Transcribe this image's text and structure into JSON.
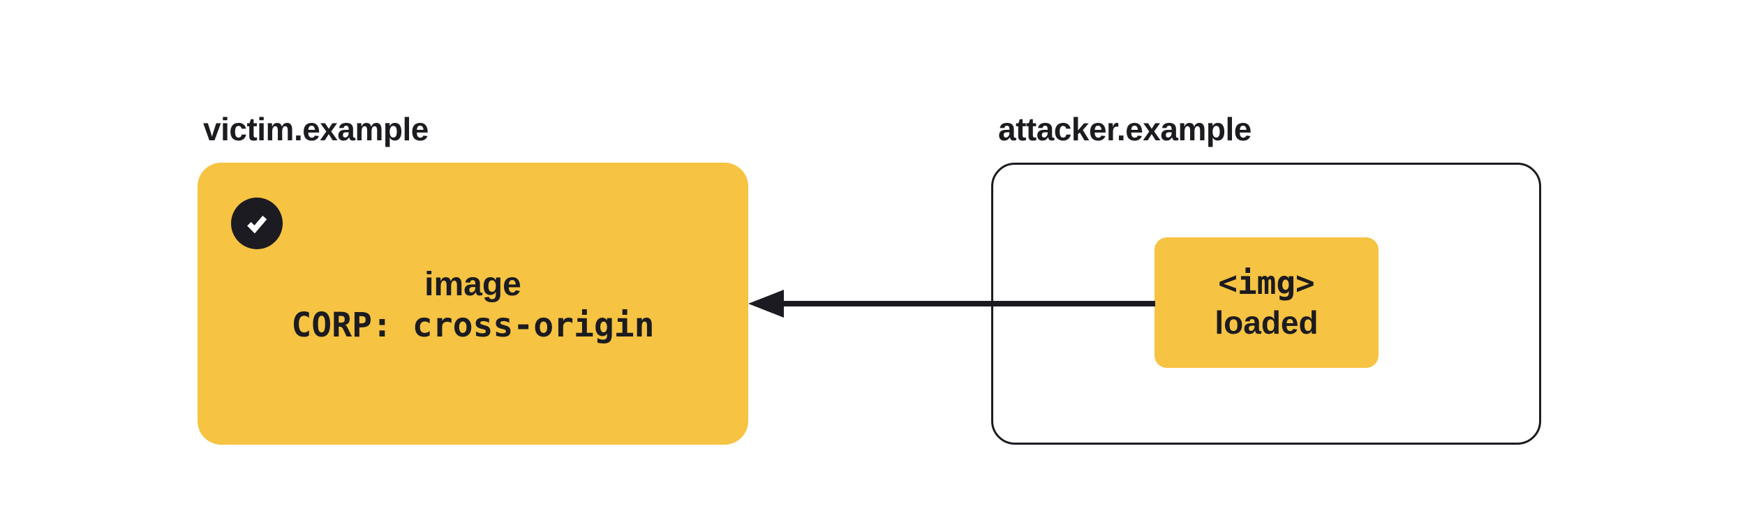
{
  "colors": {
    "accent_yellow": "#f6c342",
    "ink": "#1b1b21",
    "background": "#ffffff"
  },
  "victim": {
    "title": "victim.example",
    "resource_label": "image",
    "corp_header": "CORP: cross-origin",
    "status_icon": "checkmark-icon"
  },
  "attacker": {
    "title": "attacker.example",
    "chip_line1": "<img>",
    "chip_line2": "loaded"
  },
  "arrow": {
    "icon": "arrow-left-icon"
  }
}
